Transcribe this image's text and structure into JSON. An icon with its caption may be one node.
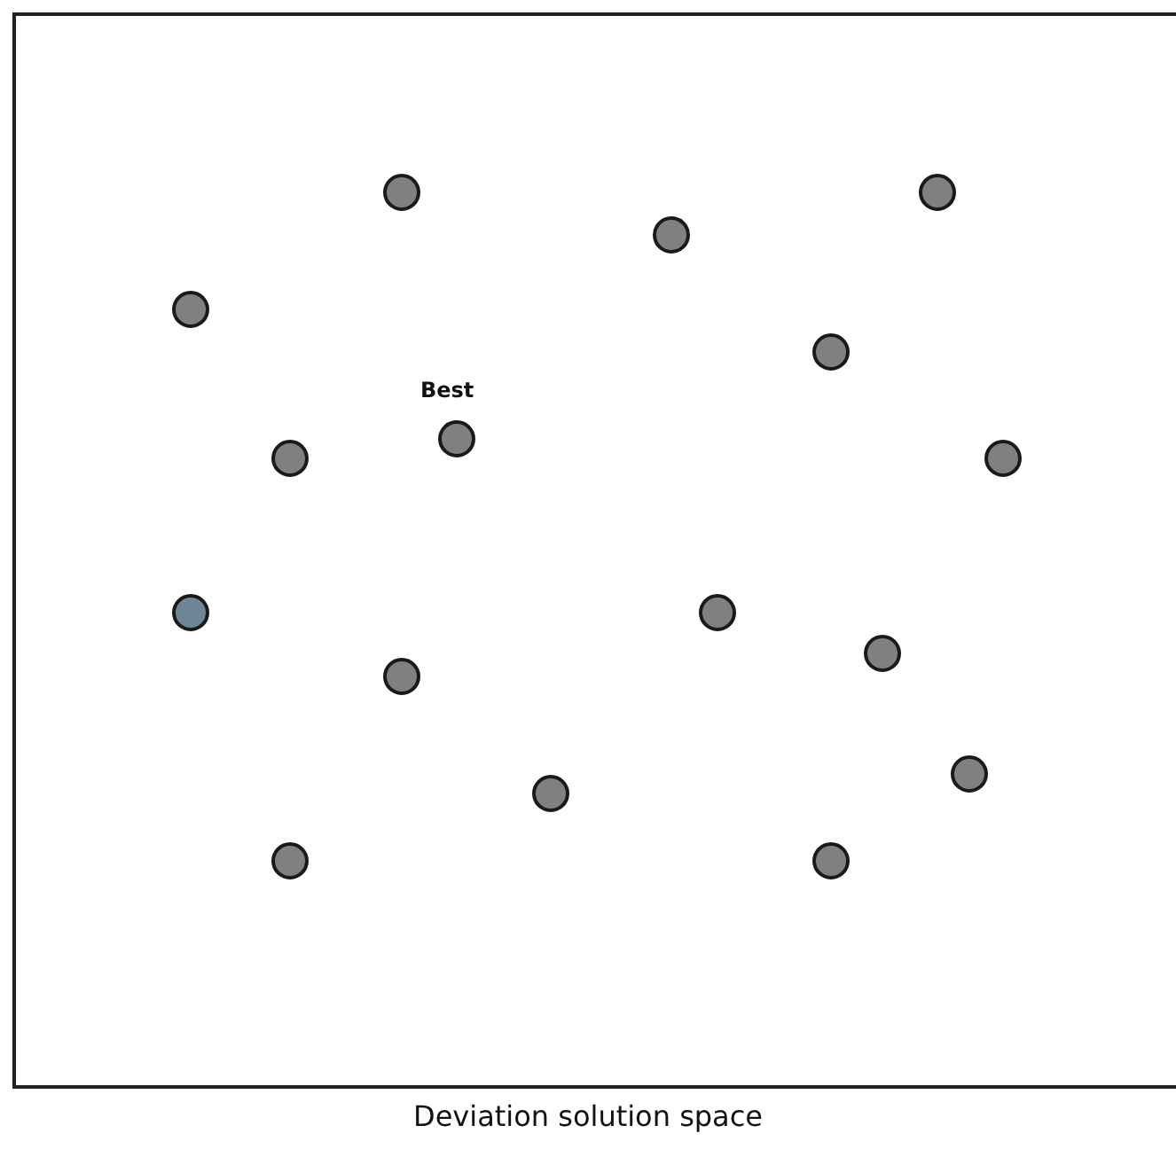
{
  "diagram": {
    "caption": "Deviation solution space",
    "nodes": [
      {
        "text": [],
        "shape": "circle"
      },
      {
        "text": [],
        "shape": "circle"
      },
      {
        "text": [],
        "shape": "circle"
      },
      {
        "text": [],
        "shape": "circle"
      },
      {
        "text": [],
        "shape": "circle"
      },
      {
        "text": [],
        "shape": "circle",
        "beside": [
          "Best"
        ]
      },
      {
        "text": [],
        "shape": "circle"
      },
      {
        "text": [],
        "shape": "circle"
      },
      {
        "text": [],
        "shape": "circle"
      },
      {
        "text": [],
        "shape": "circle"
      },
      {
        "text": [],
        "shape": "circle"
      },
      {
        "text": [],
        "shape": "circle"
      },
      {
        "text": [],
        "shape": "circle"
      },
      {
        "text": [],
        "shape": "circle"
      },
      {
        "text": [],
        "shape": "circle"
      },
      {
        "text": [],
        "shape": "circle"
      }
    ]
  }
}
